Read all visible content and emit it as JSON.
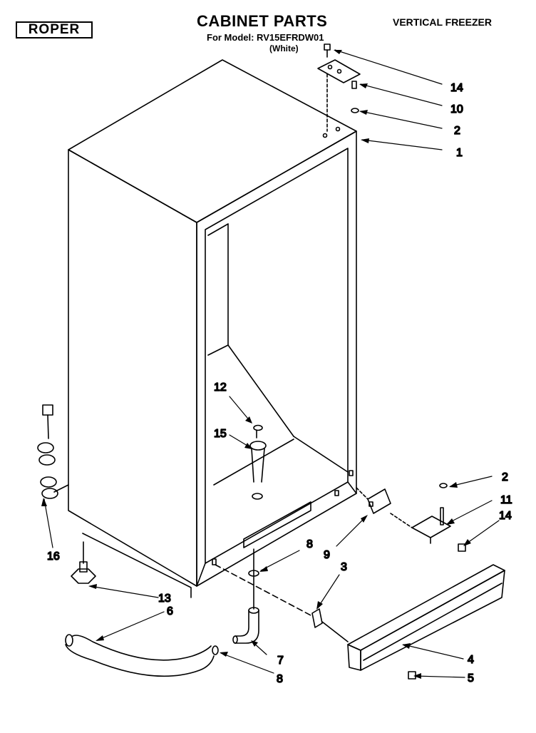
{
  "header": {
    "brand": "ROPER",
    "title": "CABINET PARTS",
    "subtitle": "For Model: RV15EFRDW01",
    "color_note": "(White)",
    "category": "VERTICAL FREEZER"
  },
  "callouts": [
    "14",
    "10",
    "2",
    "1",
    "12",
    "15",
    "2",
    "11",
    "14",
    "9",
    "8",
    "3",
    "16",
    "13",
    "6",
    "4",
    "7",
    "8",
    "5"
  ],
  "colors": {
    "ink": "#000000",
    "paper": "#ffffff"
  }
}
